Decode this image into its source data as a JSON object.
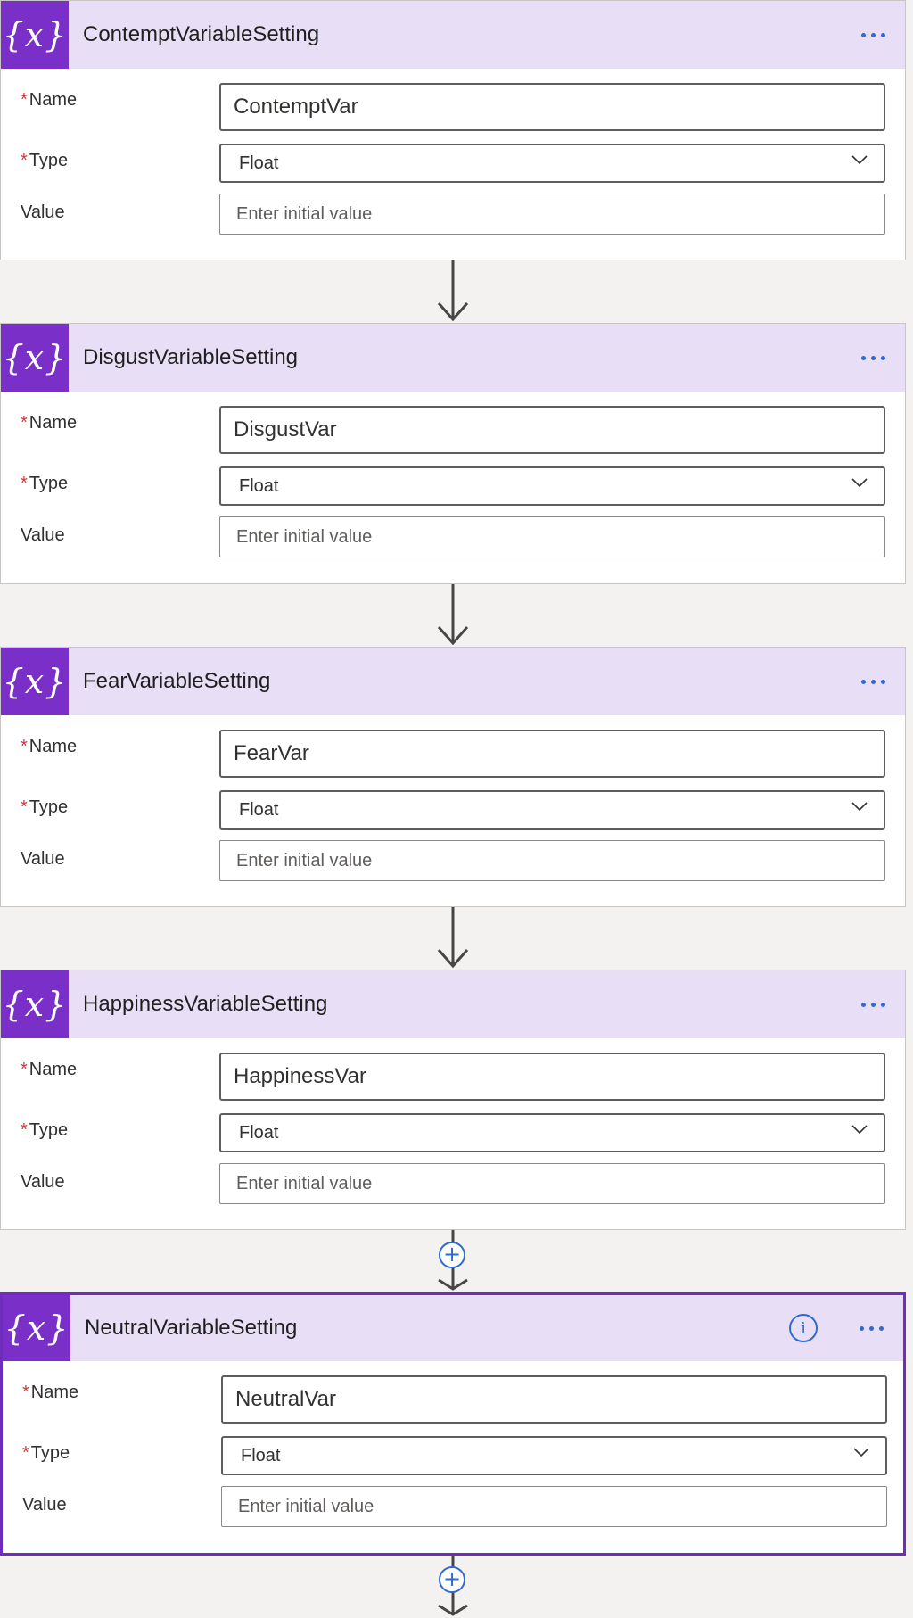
{
  "labels": {
    "name": "Name",
    "type": "Type",
    "value": "Value",
    "required_mark": "*"
  },
  "icon_text": "{x}",
  "cards": [
    {
      "title": "ContemptVariableSetting",
      "name_value": "ContemptVar",
      "type_value": "Float",
      "value_placeholder": "Enter initial value"
    },
    {
      "title": "DisgustVariableSetting",
      "name_value": "DisgustVar",
      "type_value": "Float",
      "value_placeholder": "Enter initial value"
    },
    {
      "title": "FearVariableSetting",
      "name_value": "FearVar",
      "type_value": "Float",
      "value_placeholder": "Enter initial value"
    },
    {
      "title": "HappinessVariableSetting",
      "name_value": "HappinessVar",
      "type_value": "Float",
      "value_placeholder": "Enter initial value"
    },
    {
      "title": "NeutralVariableSetting",
      "name_value": "NeutralVar",
      "type_value": "Float",
      "value_placeholder": "Enter initial value"
    }
  ],
  "info_icon_text": "i",
  "plus_text": "+",
  "colors": {
    "accent": "#7b2fc9",
    "header_bg": "#e8dff7",
    "link": "#2f6ad0",
    "required": "#d13438"
  }
}
